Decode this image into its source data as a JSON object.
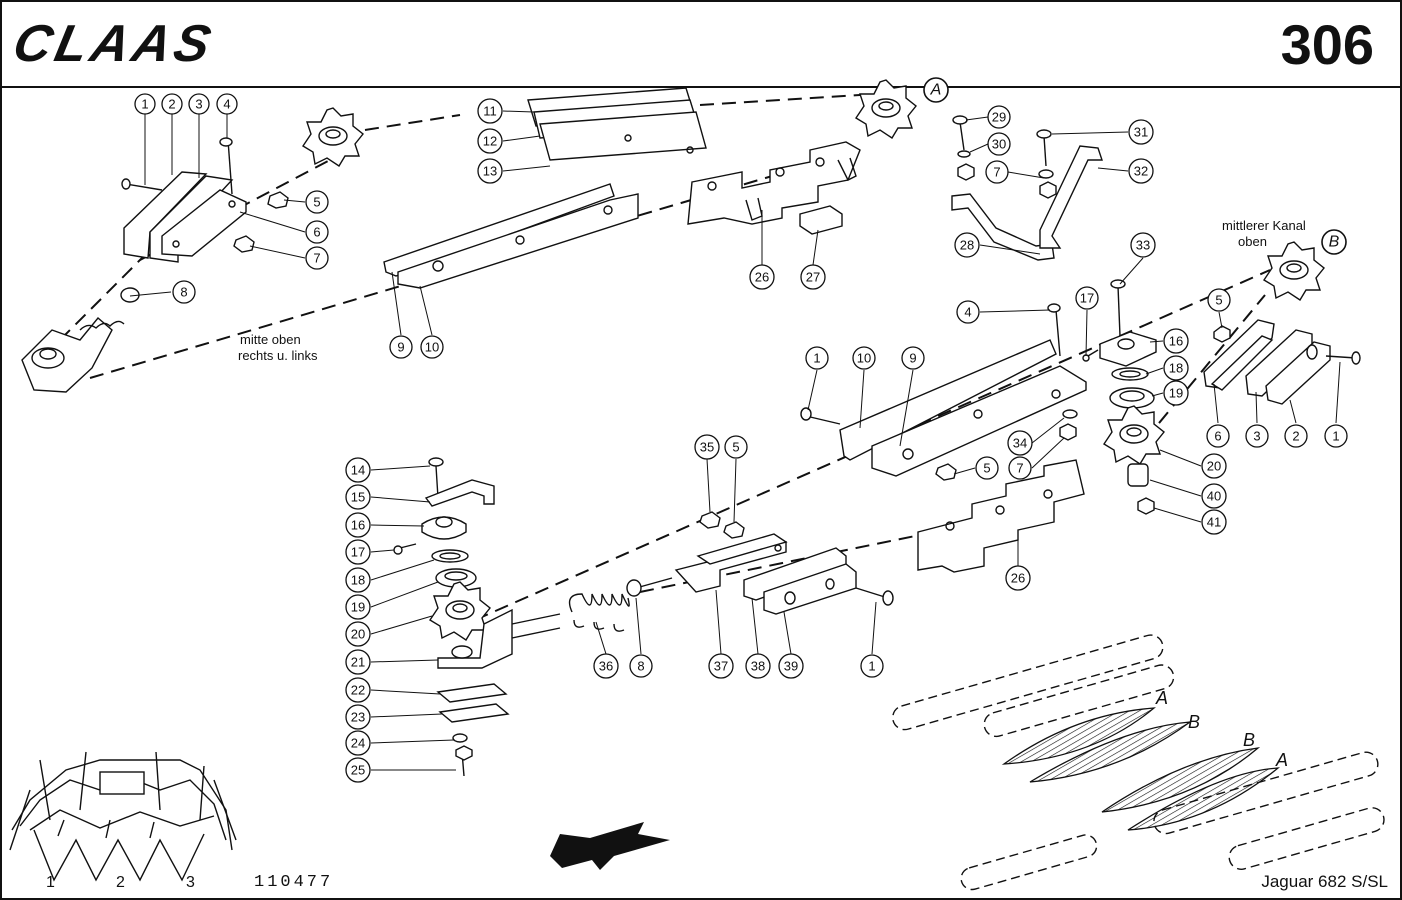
{
  "header": {
    "brand_logo": "CLAAS",
    "page_number": "306"
  },
  "footer": {
    "drawing_number": "110477",
    "model": "Jaguar 682 S/SL"
  },
  "overview": {
    "row_labels": [
      "1",
      "2",
      "3"
    ]
  },
  "annotations": {
    "upper_left_line1": "mitte oben",
    "upper_left_line2": "rechts u. links",
    "right_line1": "mittlerer Kanal",
    "right_line2": "oben"
  },
  "sprocket_refs": {
    "a": "A",
    "b": "B"
  },
  "path_labels": [
    "A",
    "B",
    "B",
    "A"
  ],
  "callouts": {
    "upper_left": [
      "1",
      "2",
      "3",
      "4",
      "5",
      "6",
      "7",
      "8",
      "9",
      "10"
    ],
    "upper_center": [
      "11",
      "12",
      "13",
      "26",
      "27"
    ],
    "upper_right": [
      "29",
      "30",
      "7",
      "31",
      "32",
      "28"
    ],
    "center": [
      "33",
      "4",
      "17",
      "16",
      "18",
      "19",
      "5",
      "6",
      "3",
      "2",
      "1",
      "1",
      "10",
      "9",
      "34",
      "7",
      "5",
      "20",
      "40",
      "41",
      "26"
    ],
    "lower_left": [
      "14",
      "15",
      "16",
      "17",
      "18",
      "19",
      "20",
      "21",
      "22",
      "23",
      "24",
      "25"
    ],
    "lower_center": [
      "35",
      "5",
      "36",
      "8",
      "37",
      "38",
      "39",
      "1"
    ]
  }
}
